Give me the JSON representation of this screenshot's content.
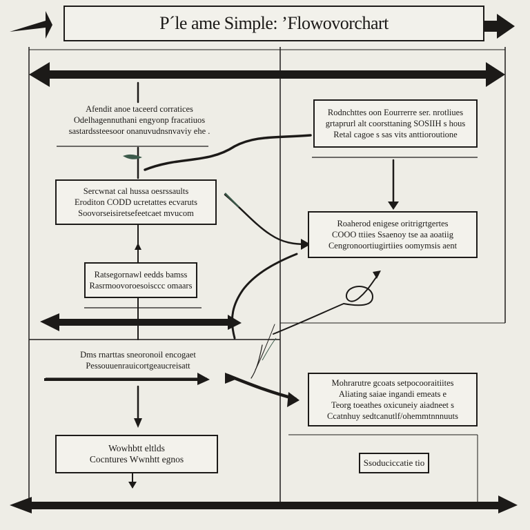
{
  "title": "P´le ame Simple: ’Flowovorchart",
  "nodes": {
    "top_left_note": [
      "Afendit anoe taceerd corratices",
      "Odelhagennuthani engyonp fracatiuos",
      "sastardssteesoor onanuvudnsnvaviy ehe ."
    ],
    "top_right_box": [
      "Rodnchttes oon Eourrerre ser. nrotliues",
      "grtaprurl alt coorsttaning SOSIIH s hous",
      "Retal cagoe s sas vits anttioroutione"
    ],
    "left_box_1": [
      "Sercwnat cal hussa oesrssaults",
      "Eroditon CODD ucretattes ecvaruts",
      "Soovorseisiretsefeetcaet mvucom"
    ],
    "right_box_2": [
      "Roaherod enigese oritrigrtgertes",
      "COOO ttiies Ssaenoy tse aa aoatiig",
      "Cengronoortiugirtiies oomymsis aent"
    ],
    "left_box_2": [
      "Ratsegornawl eedds bamss",
      "Rasrmoovoroesoisccc omaars"
    ],
    "left_note_2": [
      "Dms rnarttas sneoronoil encogaet",
      "Pessouuenrauicortgeaucreisatt"
    ],
    "right_box_3": [
      "Mohrarutre gcoats setpocooraitiites",
      "Aliating saiae ingandi emeats e",
      "Teorg toeathes oxicuneiy aiadneet s",
      "Ccatnhuy sedtcanutlf/ohemmtnnnuuts"
    ],
    "left_box_3": [
      "Wowhbtt eltlds",
      "Cocntures Wwnhtt egnos"
    ],
    "right_small_box": [
      "Ssoduciccatie tio"
    ]
  },
  "colors": {
    "ink": "#1c1a18",
    "background": "#eeede6",
    "accent": "#3c5a4a"
  }
}
